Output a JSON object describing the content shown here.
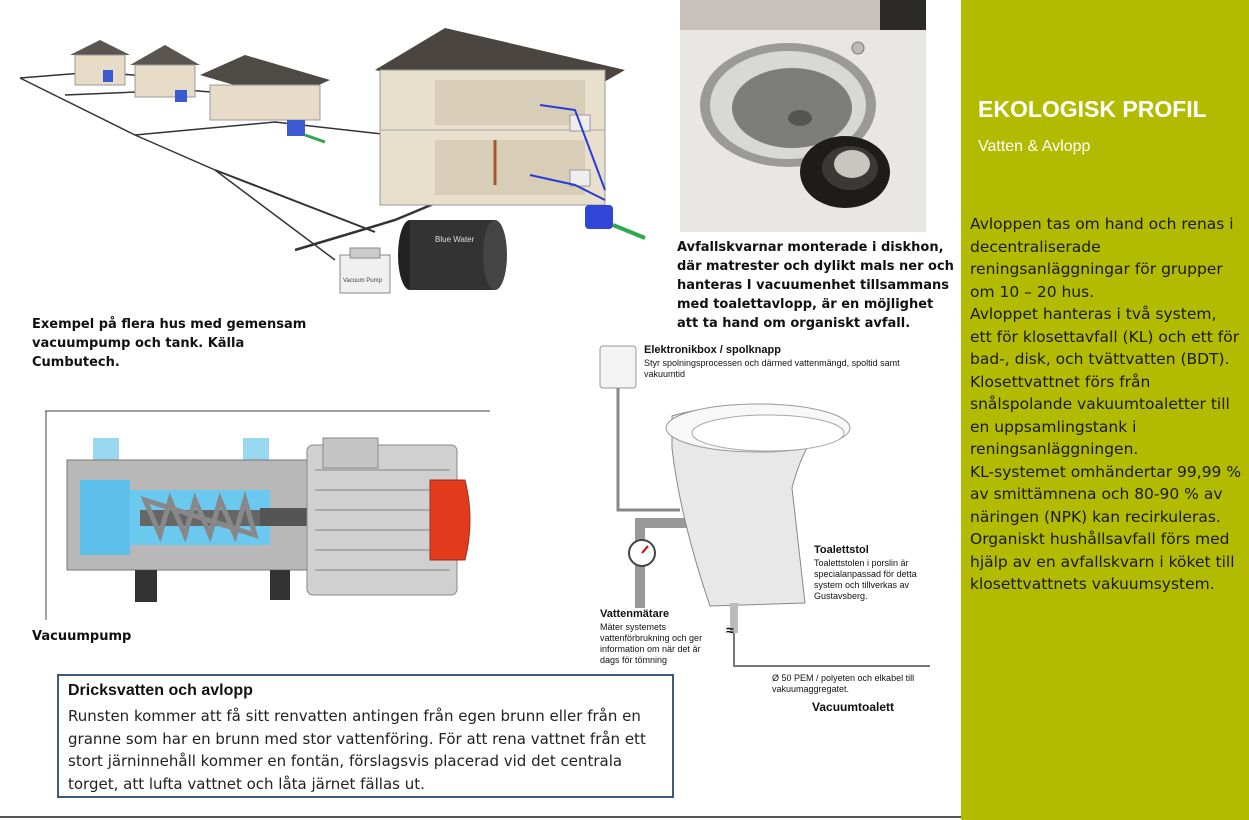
{
  "sidebar": {
    "title": "EKOLOGISK PROFIL",
    "subtitle": "Vatten & Avlopp",
    "body": [
      "Avloppen tas om hand och renas i decentraliserade reningsanläggningar för grupper om 10 – 20 hus.",
      "Avloppet hanteras i två system, ett för klosettavfall (KL) och ett för bad-, disk, och tvättvatten (BDT).",
      "Klosettvattnet förs från snålspolande vakuumtoaletter till en uppsamlingstank i reningsanläggningen.",
      "KL-systemet omhändertar 99,99 % av smittämnena och 80-90 % av näringen (NPK) kan recirkuleras.",
      "Organiskt hushållsavfall förs med hjälp av en avfallskvarn i köket till klosettvattnets vakuumsystem."
    ],
    "color": "#b2bb00"
  },
  "captions": {
    "houses": "Exempel på flera hus med gemensam vacuumpump och tank. Källa Cumbutech.",
    "sink": "Avfallskvarnar monterade i diskhon, där matrester och dylikt mals ner och hanteras I vacuumenhet tillsammans med toalettavlopp, är en möjlighet att ta hand om organiskt avfall.",
    "pump": "Vacuumpump"
  },
  "toilet_diagram": {
    "electronics_title": "Elektronikbox / spolknapp",
    "electronics_text": "Styr spolningsprocessen och därmed vattenmängd, spoltid samt vakuumtid",
    "toilet_title": "Toalettstol",
    "toilet_text": "Toalettstolen i porslin är specialanpassad för detta system och tillverkas av Gustavsberg.",
    "meter_title": "Vattenmätare",
    "meter_text": "Mäter systemets vattenförbrukning och ger information om när det är dags för tömning",
    "pipe_text": "Ø 50 PEM / polyeten och elkabel till vakuumaggregatet.",
    "diagram_title": "Vacuumtoalett",
    "wave_symbol": "≈"
  },
  "tank_label": "Blue Water",
  "pump_box_label": "Vacuum Pump",
  "drinking_box": {
    "title": "Dricksvatten och avlopp",
    "text": "Runsten kommer att få sitt renvatten antingen från egen brunn eller från en granne som har en brunn med stor vattenföring. För att rena vattnet från ett stort järninnehåll kommer en fontän, förslagsvis placerad vid det centrala torget, att lufta vattnet och låta järnet fällas ut."
  }
}
